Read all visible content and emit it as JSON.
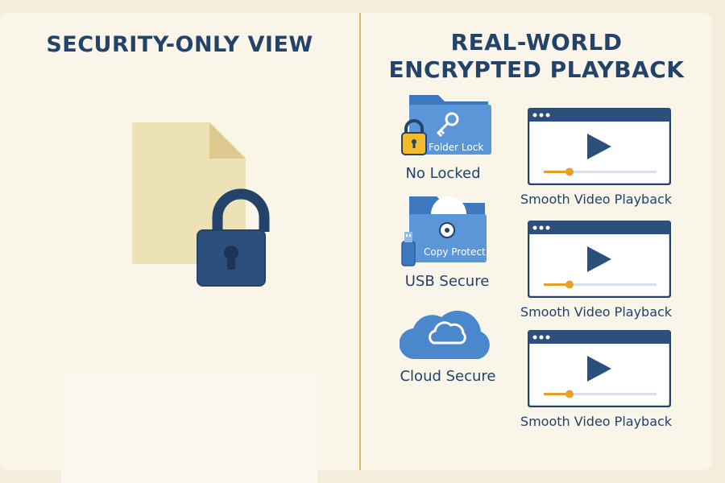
{
  "left": {
    "title": "SECURITY-ONLY VIEW"
  },
  "right": {
    "title_line1": "REAL-WORLD",
    "title_line2": "ENCRYPTED PLAYBACK",
    "items": [
      {
        "icon_text": "Folder Lock",
        "label": "No Locked",
        "video_label": "Smooth Video Playback"
      },
      {
        "icon_text": "Copy Protect",
        "label": "USB Secure",
        "video_label": "Smooth Video Playback"
      },
      {
        "icon_text": "",
        "label": "Cloud Secure",
        "video_label": "Smooth Video Playback"
      }
    ]
  },
  "colors": {
    "navy": "#22426b",
    "blue": "#4a87cc",
    "gold": "#e9a024",
    "paper": "#ece2b6"
  }
}
